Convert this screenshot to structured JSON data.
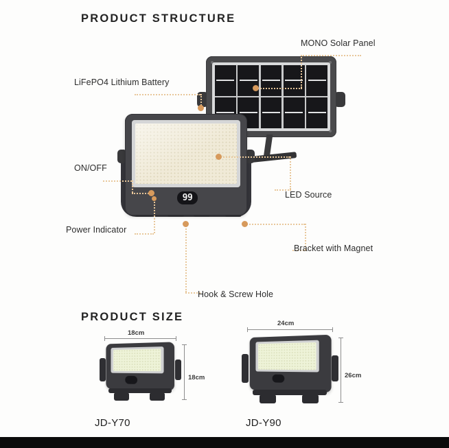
{
  "page": {
    "background_color": "#fdfdfc",
    "accent_color": "#d79a5c",
    "bottom_bar_color": "#0b0b0b"
  },
  "sections": {
    "structure": {
      "title": "PRODUCT STRUCTURE"
    },
    "size": {
      "title": "PRODUCT SIZE"
    }
  },
  "callouts": [
    {
      "name": "mono-solar-panel",
      "label": "MONO Solar Panel"
    },
    {
      "name": "lifepo4-battery",
      "label": "LiFePO4 Lithium Battery"
    },
    {
      "name": "on-off",
      "label": "ON/OFF"
    },
    {
      "name": "power-indicator",
      "label": "Power Indicator"
    },
    {
      "name": "led-source",
      "label": "LED Source"
    },
    {
      "name": "bracket-with-magnet",
      "label": "Bracket with Magnet"
    },
    {
      "name": "hook-screw-hole",
      "label": "Hook & Screw Hole"
    }
  ],
  "floodlight": {
    "display_value": "99"
  },
  "solar_panel": {
    "cell_columns": 5,
    "cell_rows": 2,
    "cell_count": 10
  },
  "products": [
    {
      "model": "JD-Y70",
      "width": "18cm",
      "height": "18cm"
    },
    {
      "model": "JD-Y90",
      "width": "24cm",
      "height": "26cm"
    }
  ]
}
